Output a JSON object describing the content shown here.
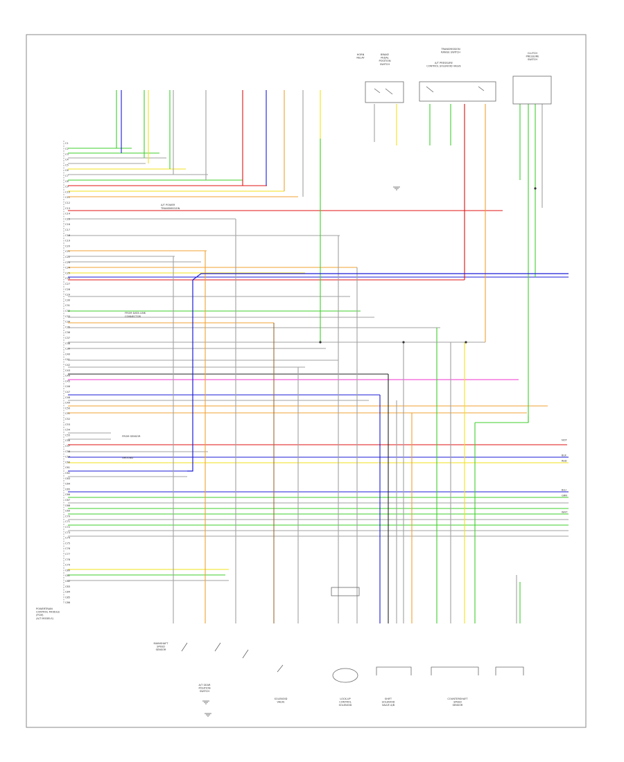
{
  "diagram": {
    "footer_code": "",
    "ecm_label": [
      "POWERTRAIN",
      "CONTROL MODULE",
      "(PCM)",
      "(A/T MODELS)"
    ],
    "top_components": [
      {
        "id": "c1",
        "label": [
          "HORN",
          "RELAY"
        ]
      },
      {
        "id": "c2",
        "label": [
          "TRANSMISSION",
          "RANGE SWITCH"
        ]
      },
      {
        "id": "c3",
        "label": [
          "BRAKE",
          "PEDAL",
          "POSITION",
          "SWITCH"
        ]
      },
      {
        "id": "c4",
        "label": [
          "A/T PRESSURE",
          "CONTROL SOLENOID VALVE"
        ]
      },
      {
        "id": "c5",
        "label": [
          "CLUTCH",
          "PRESSURE",
          "SWITCH"
        ]
      }
    ],
    "inline_labels": [
      {
        "id": "l1",
        "text": "A/T POWER"
      },
      {
        "id": "l2",
        "text": "TRANSMISSION"
      },
      {
        "id": "l3",
        "text": "FROM DATA LINK"
      },
      {
        "id": "l4",
        "text": "CONNECTOR"
      },
      {
        "id": "l5",
        "text": "FROM SENSOR"
      },
      {
        "id": "l6",
        "text": "GROUND"
      }
    ],
    "bottom_components": [
      {
        "id": "b1",
        "label": [
          "MAINSHAFT",
          "SPEED",
          "SENSOR"
        ]
      },
      {
        "id": "b2",
        "label": [
          "A/T GEAR",
          "POSITION",
          "SWITCH"
        ]
      },
      {
        "id": "b3",
        "label": [
          "SOLENOID",
          "VALVE"
        ]
      },
      {
        "id": "b4",
        "label": [
          "LOCK-UP",
          "CONTROL",
          "SOLENOID"
        ]
      },
      {
        "id": "b5",
        "label": [
          "SHIFT",
          "SOLENOID",
          "VALVE A/B"
        ]
      },
      {
        "id": "b6",
        "label": [
          "COUNTERSHAFT",
          "SPEED",
          "SENSOR"
        ]
      }
    ],
    "right_labels": [
      "NOT",
      "BLK",
      "RED",
      "BLU",
      "GRN",
      "WHT"
    ],
    "wire_colors": {
      "red": "#e01010",
      "blue": "#1a1ad8",
      "green": "#3ccf2a",
      "yellow": "#f2e21a",
      "orange": "#f0a030",
      "pink": "#f030d0",
      "gray": "#a0a0a0",
      "brown": "#9a6a30",
      "black": "#222222"
    }
  }
}
